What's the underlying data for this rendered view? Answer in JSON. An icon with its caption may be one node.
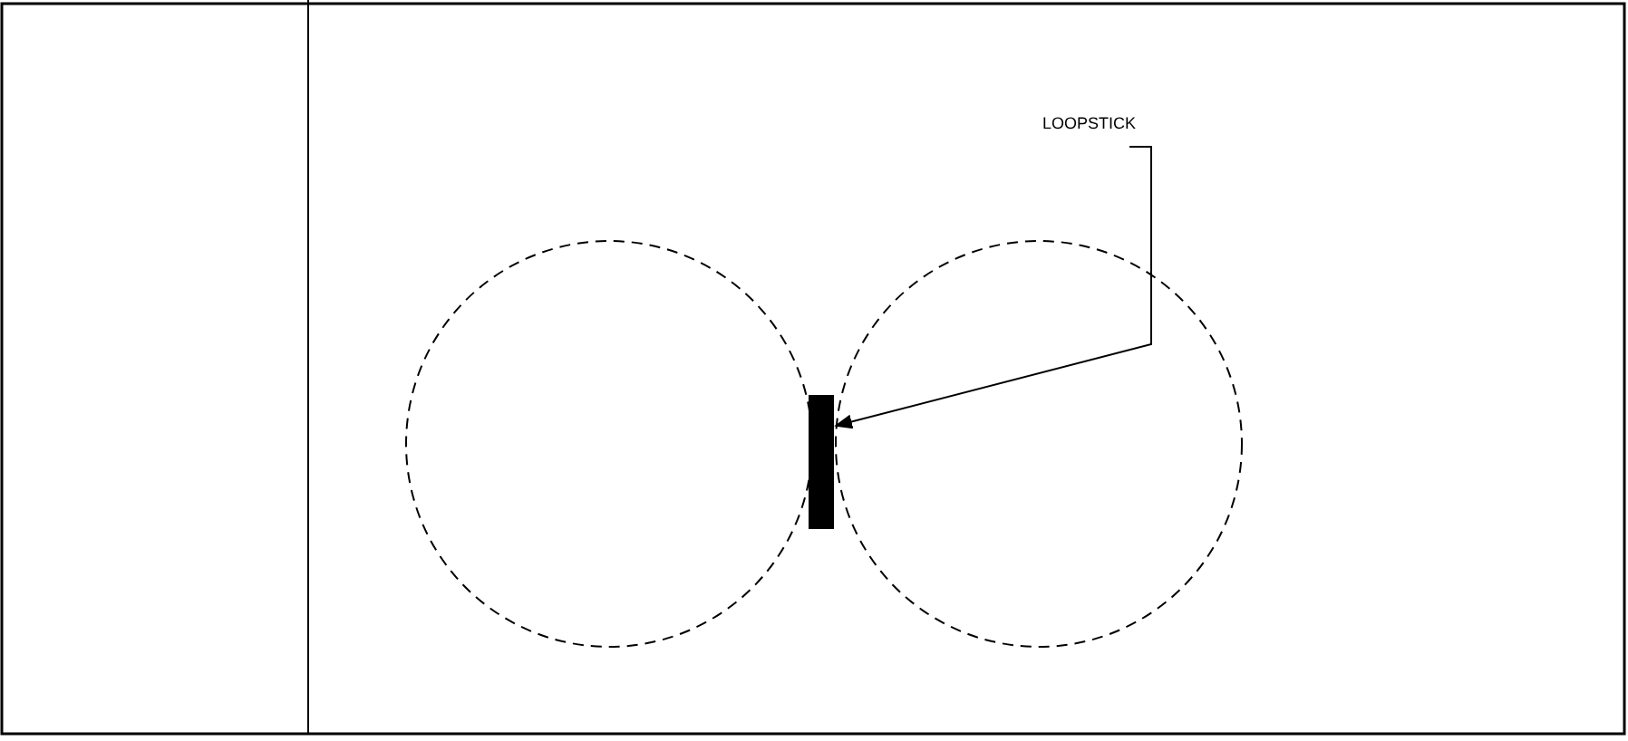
{
  "diagram": {
    "nodes": [
      {
        "text": [
          "LOOPSTICK"
        ]
      },
      {
        "text": [],
        "shape": "bar"
      }
    ],
    "edges": [
      {
        "from": 0,
        "to": 1,
        "arrow": "to"
      }
    ]
  }
}
